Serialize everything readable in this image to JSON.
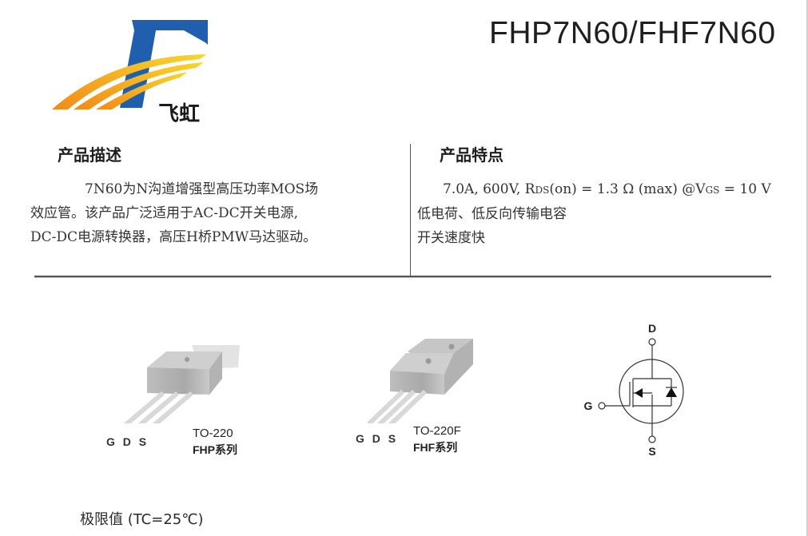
{
  "header": {
    "logo_text": "飞虹",
    "part_number_title": "FHP7N60/FHF7N60"
  },
  "description": {
    "heading": "产品描述",
    "lines": [
      "7N60为N沟道增强型高压功率MOS场",
      "效应管。该产品广泛适用于AC-DC开关电源,",
      "DC-DC电源转换器，高压H桥PMW马达驱动。"
    ]
  },
  "features": {
    "heading": "产品特点",
    "spec_line": {
      "prefix": "7.0A, 600V, R",
      "rds_sub": "DS",
      "rds_suffix": "(on) = 1.3 Ω (max) @V",
      "vgs_sub": "GS",
      "vgs_suffix": " = 10 V"
    },
    "items": [
      "低电荷、低反向传输电容",
      "开关速度快"
    ]
  },
  "packages": [
    {
      "pins": "G D S",
      "name": "TO-220",
      "series": "FHP系列"
    },
    {
      "pins": "G D S",
      "name": "TO-220F",
      "series": "FHF系列"
    }
  ],
  "schematic": {
    "drain_label": "D",
    "gate_label": "G",
    "source_label": "S"
  },
  "limits": {
    "heading": "极限值 (TC=25℃)"
  },
  "colors": {
    "logo_blue": "#1f5fae",
    "logo_orange": "#f39a1e",
    "logo_yellow": "#f7cf2a",
    "rule": "#555555"
  }
}
